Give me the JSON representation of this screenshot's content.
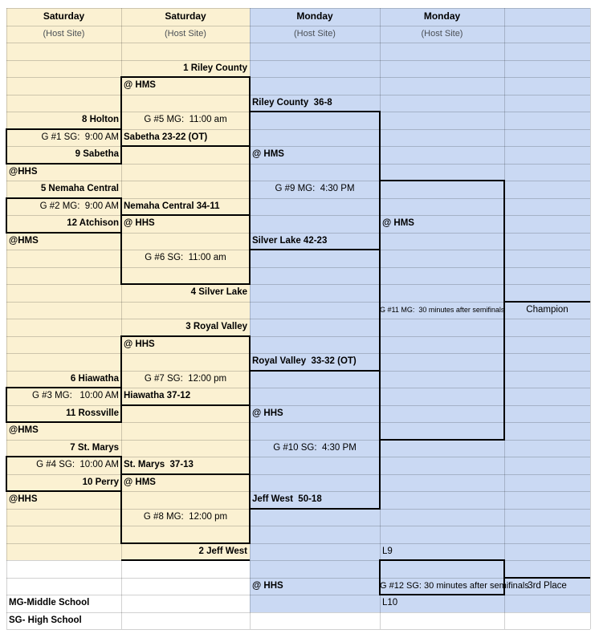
{
  "colors": {
    "saturday_bg": "#fbf1d2",
    "monday_bg": "#cad9f3",
    "bracket_line": "#000000",
    "grid_line": "rgba(0,0,0,0.18)",
    "host_site_text": "#4a4f55",
    "text": "#000000"
  },
  "sheet": {
    "num_rows": 36,
    "columns": [
      "A",
      "B",
      "C",
      "D",
      "E"
    ],
    "regions": [
      {
        "name": "saturday-bracket-region",
        "cols": [
          "A",
          "B"
        ],
        "rows": [
          1,
          32
        ],
        "color_key": "saturday_bg"
      },
      {
        "name": "monday-bracket-region",
        "cols": [
          "C",
          "E"
        ],
        "rows": [
          1,
          35
        ],
        "color_key": "monday_bg"
      }
    ],
    "cells": [
      {
        "col": "A",
        "row": 1,
        "text": "Saturday",
        "style": "day-header",
        "name": "saturday-header-a"
      },
      {
        "col": "B",
        "row": 1,
        "text": "Saturday",
        "style": "day-header",
        "name": "saturday-header-b"
      },
      {
        "col": "C",
        "row": 1,
        "text": "Monday",
        "style": "day-header",
        "name": "monday-header-c"
      },
      {
        "col": "D",
        "row": 1,
        "text": "Monday",
        "style": "day-header",
        "name": "monday-header-d"
      },
      {
        "col": "A",
        "row": 2,
        "text": "(Host Site)",
        "style": "host-site",
        "name": "host-site-a"
      },
      {
        "col": "B",
        "row": 2,
        "text": "(Host Site)",
        "style": "host-site",
        "name": "host-site-b"
      },
      {
        "col": "C",
        "row": 2,
        "text": "(Host Site)",
        "style": "host-site",
        "name": "host-site-c"
      },
      {
        "col": "D",
        "row": 2,
        "text": "(Host Site)",
        "style": "host-site",
        "name": "host-site-d"
      },
      {
        "col": "B",
        "row": 4,
        "text": "1 Riley County",
        "style": "seed",
        "name": "seed-1-riley-county"
      },
      {
        "col": "B",
        "row": 5,
        "text": "@ HMS",
        "style": "bold-left",
        "name": "game-5-site"
      },
      {
        "col": "C",
        "row": 6,
        "text": "Riley County  36-8",
        "style": "bold-left",
        "name": "result-riley-county"
      },
      {
        "col": "A",
        "row": 7,
        "text": "8 Holton",
        "style": "seed",
        "name": "seed-8-holton"
      },
      {
        "col": "B",
        "row": 7,
        "text": "G #5 MG:  11:00 am",
        "style": "game-center",
        "name": "game-5-time"
      },
      {
        "col": "A",
        "row": 8,
        "text": "G #1 SG:  9:00 AM",
        "style": "game-right",
        "name": "game-1-time"
      },
      {
        "col": "B",
        "row": 8,
        "text": "Sabetha 23-22 (OT)",
        "style": "bold-left",
        "name": "result-sabetha"
      },
      {
        "col": "A",
        "row": 9,
        "text": "9 Sabetha",
        "style": "seed",
        "name": "seed-9-sabetha"
      },
      {
        "col": "C",
        "row": 9,
        "text": "@ HMS",
        "style": "bold-left",
        "name": "game-9-site"
      },
      {
        "col": "A",
        "row": 10,
        "text": "@HHS",
        "style": "bold-left",
        "name": "game-1-site"
      },
      {
        "col": "A",
        "row": 11,
        "text": "5 Nemaha Central",
        "style": "seed",
        "name": "seed-5-nemaha-central"
      },
      {
        "col": "C",
        "row": 11,
        "text": "G #9 MG:  4:30 PM",
        "style": "game-center",
        "name": "game-9-time"
      },
      {
        "col": "A",
        "row": 12,
        "text": "G #2 MG:  9:00 AM",
        "style": "game-right",
        "name": "game-2-time"
      },
      {
        "col": "B",
        "row": 12,
        "text": "Nemaha Central 34-11",
        "style": "bold-left",
        "name": "result-nemaha-central"
      },
      {
        "col": "A",
        "row": 13,
        "text": "12 Atchison",
        "style": "seed",
        "name": "seed-12-atchison"
      },
      {
        "col": "B",
        "row": 13,
        "text": "@ HHS",
        "style": "bold-left",
        "name": "game-6-site"
      },
      {
        "col": "D",
        "row": 13,
        "text": "@ HMS",
        "style": "bold-left",
        "name": "game-11-site"
      },
      {
        "col": "A",
        "row": 14,
        "text": "@HMS",
        "style": "bold-left",
        "name": "game-2-site"
      },
      {
        "col": "C",
        "row": 14,
        "text": "Silver Lake 42-23",
        "style": "bold-left",
        "name": "result-silver-lake"
      },
      {
        "col": "B",
        "row": 15,
        "text": "G #6 SG:  11:00 am",
        "style": "game-center",
        "name": "game-6-time"
      },
      {
        "col": "B",
        "row": 17,
        "text": "4 Silver Lake",
        "style": "seed",
        "name": "seed-4-silver-lake"
      },
      {
        "col": "D",
        "row": 18,
        "text": "G #11 MG:  30 minutes after semifinals",
        "style": "note-small",
        "name": "game-11-time"
      },
      {
        "col": "E",
        "row": 18,
        "text": "Champion",
        "style": "place",
        "name": "champion-label"
      },
      {
        "col": "B",
        "row": 19,
        "text": "3 Royal Valley",
        "style": "seed",
        "name": "seed-3-royal-valley"
      },
      {
        "col": "B",
        "row": 20,
        "text": "@ HHS",
        "style": "bold-left",
        "name": "game-7-site"
      },
      {
        "col": "C",
        "row": 21,
        "text": "Royal Valley  33-32 (OT)",
        "style": "bold-left",
        "name": "result-royal-valley"
      },
      {
        "col": "A",
        "row": 22,
        "text": "6 Hiawatha",
        "style": "seed",
        "name": "seed-6-hiawatha"
      },
      {
        "col": "B",
        "row": 22,
        "text": "G #7 SG:  12:00 pm",
        "style": "game-center",
        "name": "game-7-time"
      },
      {
        "col": "A",
        "row": 23,
        "text": "G #3 MG:   10:00 AM",
        "style": "game-right",
        "name": "game-3-time"
      },
      {
        "col": "B",
        "row": 23,
        "text": "Hiawatha 37-12",
        "style": "bold-left",
        "name": "result-hiawatha"
      },
      {
        "col": "A",
        "row": 24,
        "text": "11 Rossville",
        "style": "seed",
        "name": "seed-11-rossville"
      },
      {
        "col": "C",
        "row": 24,
        "text": "@ HHS",
        "style": "bold-left",
        "name": "game-10-site"
      },
      {
        "col": "A",
        "row": 25,
        "text": "@HMS",
        "style": "bold-left",
        "name": "game-3-site"
      },
      {
        "col": "A",
        "row": 26,
        "text": "7 St. Marys",
        "style": "seed",
        "name": "seed-7-st-marys"
      },
      {
        "col": "C",
        "row": 26,
        "text": "G #10 SG:  4:30 PM",
        "style": "game-center",
        "name": "game-10-time"
      },
      {
        "col": "A",
        "row": 27,
        "text": "G #4 SG:  10:00 AM",
        "style": "game-right",
        "name": "game-4-time"
      },
      {
        "col": "B",
        "row": 27,
        "text": "St. Marys  37-13",
        "style": "bold-left",
        "name": "result-st-marys"
      },
      {
        "col": "A",
        "row": 28,
        "text": "10 Perry",
        "style": "seed",
        "name": "seed-10-perry"
      },
      {
        "col": "B",
        "row": 28,
        "text": "@ HMS",
        "style": "bold-left",
        "name": "game-8-site"
      },
      {
        "col": "A",
        "row": 29,
        "text": "@HHS",
        "style": "bold-left",
        "name": "game-4-site"
      },
      {
        "col": "C",
        "row": 29,
        "text": "Jeff West  50-18",
        "style": "bold-left",
        "name": "result-jeff-west"
      },
      {
        "col": "B",
        "row": 30,
        "text": "G #8 MG:  12:00 pm",
        "style": "game-center",
        "name": "game-8-time"
      },
      {
        "col": "B",
        "row": 32,
        "text": "2 Jeff West",
        "style": "seed",
        "name": "seed-2-jeff-west"
      },
      {
        "col": "D",
        "row": 32,
        "text": "L9",
        "style": "label",
        "name": "loser-game-9-label"
      },
      {
        "col": "C",
        "row": 34,
        "text": "@ HHS",
        "style": "bold-left",
        "name": "game-12-site"
      },
      {
        "col": "D",
        "row": 34,
        "text": "G #12 SG: 30 minutes after semifinals",
        "style": "note-clipped",
        "name": "game-12-time"
      },
      {
        "col": "E",
        "row": 34,
        "text": "3rd Place",
        "style": "place",
        "name": "third-place-label"
      },
      {
        "col": "A",
        "row": 35,
        "text": "MG-Middle School",
        "style": "bold-left",
        "name": "legend-mg-middle-school"
      },
      {
        "col": "D",
        "row": 35,
        "text": "L10",
        "style": "label",
        "name": "loser-game-10-label"
      },
      {
        "col": "A",
        "row": 36,
        "text": "SG- High School",
        "style": "bold-left",
        "name": "legend-sg-high-school"
      }
    ],
    "bracket": {
      "boxes": [
        {
          "name": "game-1-box",
          "col": "A",
          "rows": [
            8,
            9
          ]
        },
        {
          "name": "game-2-box",
          "col": "A",
          "rows": [
            12,
            13
          ]
        },
        {
          "name": "game-3-box",
          "col": "A",
          "rows": [
            23,
            24
          ]
        },
        {
          "name": "game-4-box",
          "col": "A",
          "rows": [
            27,
            28
          ]
        },
        {
          "name": "game-5-box",
          "col": "B",
          "rows": [
            5,
            8
          ]
        },
        {
          "name": "game-6-box",
          "col": "B",
          "rows": [
            13,
            16
          ]
        },
        {
          "name": "game-7-box",
          "col": "B",
          "rows": [
            20,
            23
          ]
        },
        {
          "name": "game-8-box",
          "col": "B",
          "rows": [
            28,
            31
          ]
        },
        {
          "name": "game-9-box",
          "col": "C",
          "rows": [
            7,
            14
          ]
        },
        {
          "name": "game-10-box",
          "col": "C",
          "rows": [
            22,
            29
          ]
        },
        {
          "name": "game-11-box",
          "col": "D",
          "rows": [
            11,
            25
          ]
        },
        {
          "name": "game-12-box",
          "col": "D",
          "rows": [
            33,
            34
          ]
        }
      ],
      "lines": [
        {
          "name": "jeff-west-feeder-line",
          "col": "B",
          "below_row": 32
        },
        {
          "name": "champion-line",
          "col": "E",
          "below_row": 17
        },
        {
          "name": "third-place-line",
          "col": "E",
          "below_row": 33
        }
      ]
    }
  }
}
